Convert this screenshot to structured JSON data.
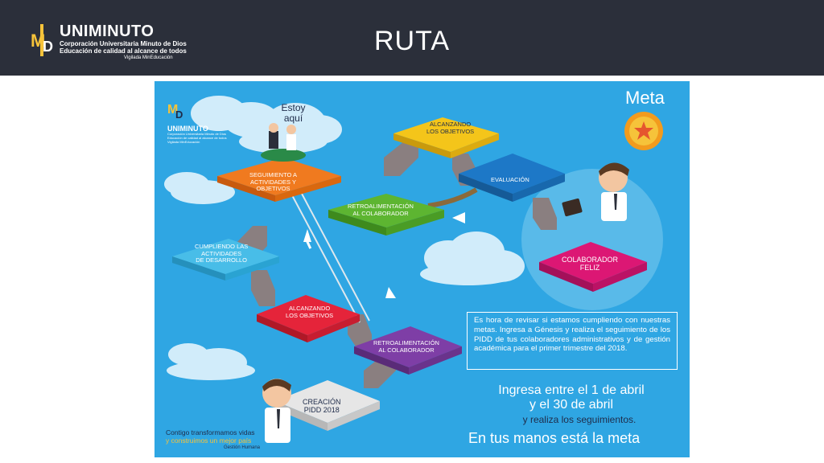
{
  "header": {
    "title": "RUTA",
    "logo": {
      "name": "UNIMINUTO",
      "line1": "Corporación Universitaria Minuto de Dios",
      "line2": "Educación de calidad al alcance de todos",
      "line3": "Vigilada MinEducación",
      "mark": "MD"
    },
    "bar_color": "#2b2f3a"
  },
  "poster": {
    "background": "#2fa6e3",
    "mini_logo": {
      "name": "UNIMINUTO",
      "sub": "Corporación Universitaria Minuto de Dios Educación de calidad al alcance de todos Vigilada MinEducación"
    },
    "you_are_here": "Estoy\naquí",
    "meta_title": "Meta",
    "steps": [
      {
        "label": "SEGUIMIENTO A\nACTIVIDADES Y\nOBJETIVOS",
        "color": "#f07a1f"
      },
      {
        "label": "RETROALIMENTACIÓN\nAL COLABORADOR",
        "color": "#5db531"
      },
      {
        "label": "ALCANZANDO\nLOS OBJETIVOS",
        "color": "#f4c51a"
      },
      {
        "label": "EVALUACIÓN",
        "color": "#1d78c7"
      },
      {
        "label": "COLABORADOR\nFELIZ",
        "color": "#dc1774"
      },
      {
        "label": "CUMPLIENDO LAS\nACTIVIDADES\nDE DESARROLLO",
        "color": "#48bde8"
      },
      {
        "label": "ALCANZANDO\nLOS OBJETIVOS",
        "color": "#e5243a"
      },
      {
        "label": "RETROALIMENTACIÓN\nAL COLABORADOR",
        "color": "#7e3ea6"
      },
      {
        "label": "CREACIÓN\nPIDD 2018",
        "color": "#e6e6e6"
      }
    ],
    "info_text": "Es hora de revisar si estamos cumpliendo con nuestras metas. Ingresa a Génesis y realiza el seguimiento de los PIDD de tus colaboradores administrativos y de gestión académica para el primer trimestre del 2018.",
    "date_line1": "Ingresa entre el 1 de abril",
    "date_line2": "y el 30 de abril",
    "follow_up": "y realiza los seguimientos.",
    "goal_line": "En tus manos está la meta",
    "slogan1": "Contigo transformamos vidas",
    "slogan2": "y construimos un mejor país",
    "slogan3": "Gestión Humana"
  }
}
